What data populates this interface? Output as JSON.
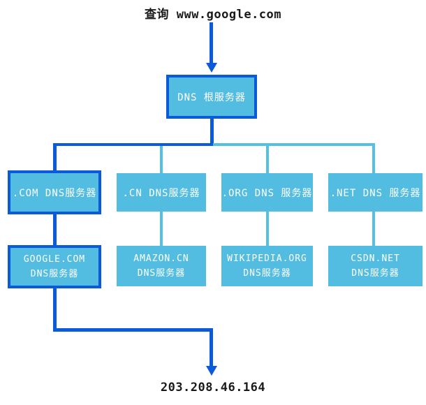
{
  "diagram": {
    "title": "查询 www.google.com",
    "result_ip": "203.208.46.164",
    "colors": {
      "dark_blue": "#0b5ad9",
      "light_blue_fill": "#53bde1",
      "light_blue_line": "#54c0e4",
      "box_text": "#ffffff",
      "ink": "#1a1a1a"
    },
    "root": {
      "label": "DNS 根服务器"
    },
    "tld_servers": [
      {
        "label": ".COM DNS服务器",
        "highlighted": true
      },
      {
        "label": ".CN DNS服务器",
        "highlighted": false
      },
      {
        "label": ".ORG DNS 服务器",
        "highlighted": false
      },
      {
        "label": ".NET DNS 服务器",
        "highlighted": false
      }
    ],
    "authoritative_servers": [
      {
        "line1": "GOOGLE.COM",
        "line2": "DNS服务器",
        "highlighted": true
      },
      {
        "line1": "AMAZON.CN",
        "line2": "DNS服务器",
        "highlighted": false
      },
      {
        "line1": "WIKIPEDIA.ORG",
        "line2": "DNS服务器",
        "highlighted": false
      },
      {
        "line1": "CSDN.NET",
        "line2": "DNS服务器",
        "highlighted": false
      }
    ]
  }
}
